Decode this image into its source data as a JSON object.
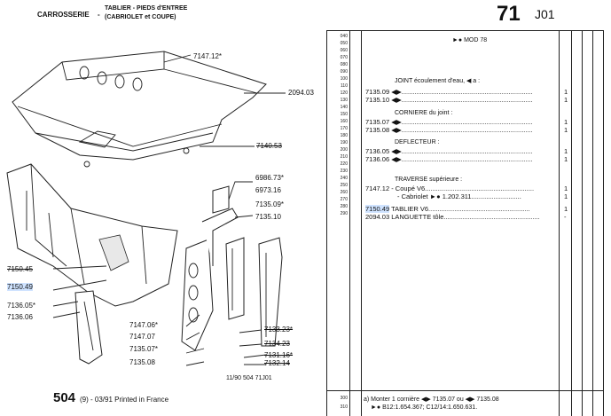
{
  "header": {
    "section": "CARROSSERIE",
    "dash": "-",
    "title_line1": "TABLIER - PIEDS d'ENTREE",
    "title_line2": "(CABRIOLET et COUPE)",
    "group_number": "71",
    "page_code": "J01"
  },
  "row_numbers": [
    "040",
    "050",
    "060",
    "070",
    "080",
    "090",
    "100",
    "110",
    "120",
    "130",
    "140",
    "150",
    "160",
    "170",
    "180",
    "190",
    "200",
    "210",
    "220",
    "230",
    "240",
    "250",
    "260",
    "270",
    "280",
    "290"
  ],
  "footer_row_numbers": [
    "300",
    "310"
  ],
  "notes": {
    "mod": "►● MOD 78",
    "joint_title": "JOINT écoulement d'eau, ◀ a :",
    "corniere_title": "CORNIERE du joint :",
    "deflecteur_title": "DEFLECTEUR :",
    "traverse_title": "TRAVERSE supérieure :"
  },
  "parts": [
    {
      "ref": "7135.09",
      "desc": "◀▶.......................................................................",
      "qty": "1"
    },
    {
      "ref": "7135.10",
      "desc": "◀▶.......................................................................",
      "qty": "1"
    },
    {
      "ref": "7135.07",
      "desc": "◀▶.......................................................................",
      "qty": "1"
    },
    {
      "ref": "7135.08",
      "desc": "◀▶.......................................................................",
      "qty": "1"
    },
    {
      "ref": "7136.05",
      "desc": "◀▶.......................................................................",
      "qty": "1"
    },
    {
      "ref": "7136.06",
      "desc": "◀▶.......................................................................",
      "qty": "1"
    },
    {
      "ref": "7147.12",
      "desc": "- Coupé V6...........................................................",
      "qty": "1"
    },
    {
      "ref": "",
      "desc": "- Cabriolet ►● 1.202.311...........................",
      "qty": "1"
    },
    {
      "ref": "7150.49",
      "desc": "TABLIER V6.......................................................",
      "qty": "1"
    },
    {
      "ref": "2094.03",
      "desc": "LANGUETTE tôle....................................................",
      "qty": "-"
    }
  ],
  "diagram_labels": {
    "l7147_12": "7147.12*",
    "l2094_03": "2094.03",
    "l7140_53": "7140.53",
    "l6986_73": "6986.73*",
    "l6973_16": "6973.16",
    "l7135_09": "7135.09*",
    "l7135_10": "7135.10",
    "l7150_45": "7150.45",
    "l7150_49": "7150.49",
    "l7136_05": "7136.05*",
    "l7136_06": "7136.06",
    "l7147_06": "7147.06*",
    "l7147_07": "7147.07",
    "l7135_07": "7135.07*",
    "l7135_08": "7135.08",
    "l7133_23": "7133.23*",
    "l7134_23": "7134.23",
    "l7131_16": "7131.16*",
    "l7132_14": "7132.14",
    "ref_code": "11/90 504 71J01"
  },
  "footer": {
    "model": "504",
    "model_suffix": "(9) - 03/91 Printed in France",
    "note_line1": "a) Monter 1 cornière ◀▶ 7135.07 ou ◀▶ 7135.08",
    "note_line2": "►● B12:1.654.367; C12/14:1.650.631."
  },
  "colors": {
    "highlight": "#cfe3ff",
    "ink": "#111111"
  }
}
